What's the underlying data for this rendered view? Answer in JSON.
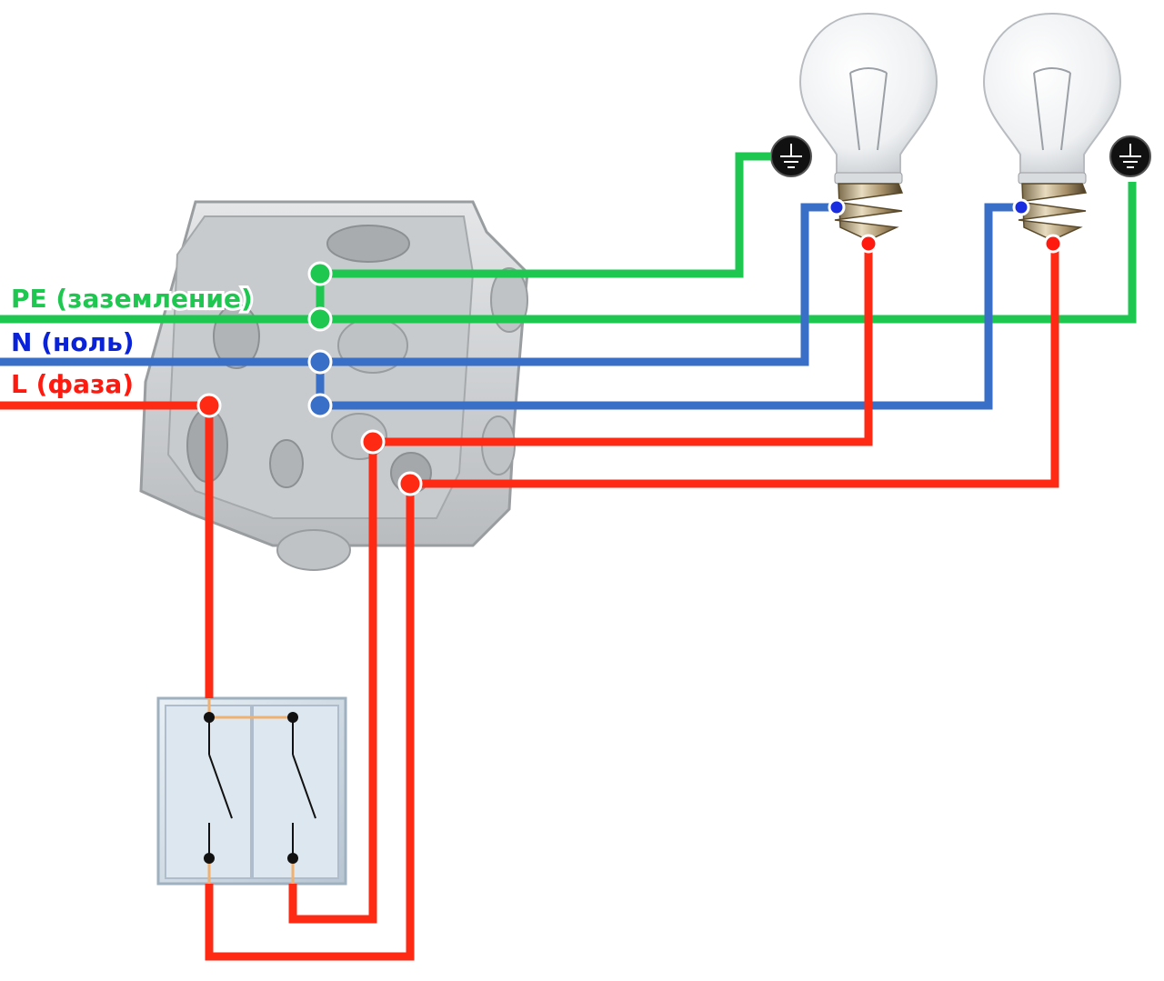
{
  "labels": {
    "pe": "PE (заземление)",
    "n": "N (ноль)",
    "l": "L (фаза)"
  },
  "colors": {
    "pe": "#1ec850",
    "n": "#3a6fc8",
    "l": "#ff2a14",
    "n_text": "#0a22d8",
    "l_text": "#ff1a10",
    "switch_link": "#f0b070"
  },
  "icons": [
    "ground-symbol-icon",
    "light-bulb-icon",
    "double-switch-icon",
    "junction-box-icon"
  ]
}
